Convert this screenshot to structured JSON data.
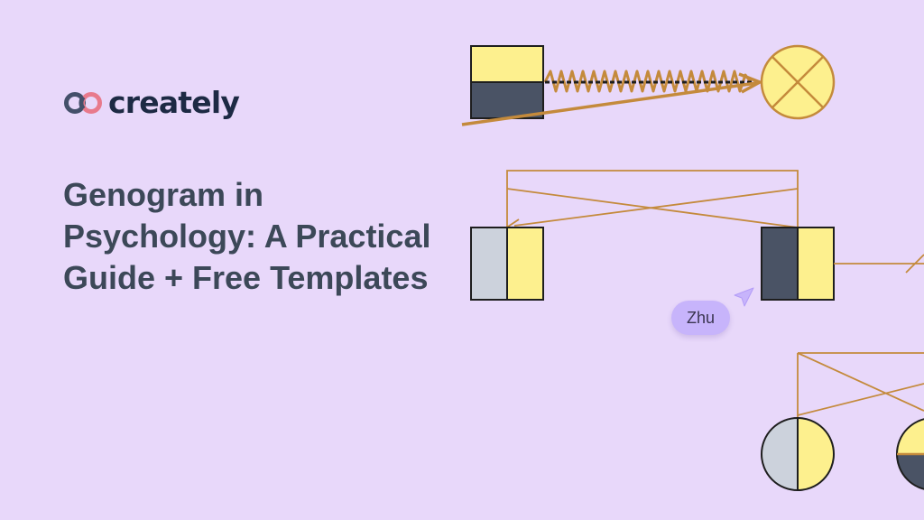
{
  "brand": {
    "name": "creately",
    "logo_icon": "infinity-link-icon",
    "colors": {
      "mark_dark": "#44506a",
      "mark_accent": "#e87a8c",
      "wordmark": "#1d2a44"
    }
  },
  "headline": {
    "lines": [
      "Genogram in",
      "Psychology: A Practical",
      "Guide + Free Templates"
    ]
  },
  "diagram": {
    "collaborator_cursor": {
      "label": "Zhu",
      "icon": "cursor-pointer-icon"
    },
    "colors": {
      "background": "#e8d8fa",
      "line": "#c48a3c",
      "fill_yellow": "#fdf08e",
      "fill_dark": "#4a5365",
      "fill_light": "#ccd2dc",
      "outline": "#1e1e1e",
      "badge": "#c7b4fb"
    }
  }
}
